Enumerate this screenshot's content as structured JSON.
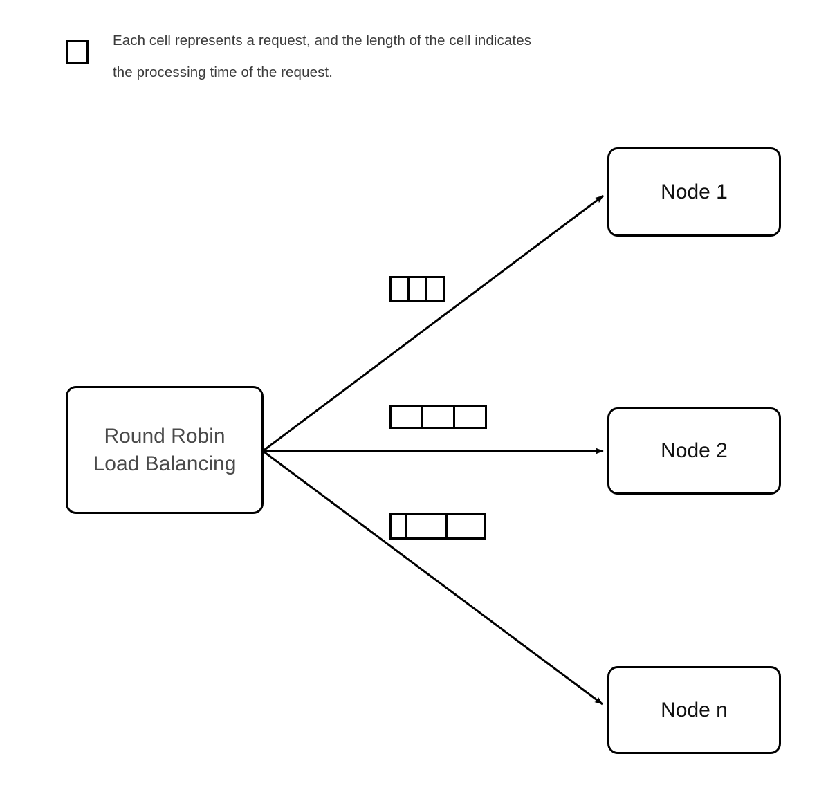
{
  "legend": {
    "swatch_icon": "request-cell-swatch-icon",
    "text": "Each cell represents a request, and the length of the cell indicates\nthe processing time of the request."
  },
  "diagram": {
    "title": "Round Robin Load Balancing",
    "source": {
      "id": "round-robin-load-balancer",
      "label": "Round Robin\nLoad Balancing",
      "text_color": "#4a4a4a",
      "border_color": "#000000",
      "fill_color": "#ffffff"
    },
    "nodes": [
      {
        "id": "node-1",
        "label": "Node 1",
        "text_color": "#111111",
        "border_color": "#000000",
        "fill_color": "#ffffff",
        "arrow": "diagonal-up-right",
        "queue": {
          "cell_count": 3,
          "cell_widths": [
            23,
            23,
            22
          ],
          "total_width": 68
        }
      },
      {
        "id": "node-2",
        "label": "Node 2",
        "text_color": "#111111",
        "border_color": "#000000",
        "fill_color": "#ffffff",
        "arrow": "horizontal-right",
        "queue": {
          "cell_count": 3,
          "cell_widths": [
            43,
            43,
            43
          ],
          "total_width": 129
        }
      },
      {
        "id": "node-n",
        "label": "Node n",
        "text_color": "#111111",
        "border_color": "#000000",
        "fill_color": "#ffffff",
        "arrow": "diagonal-down-right",
        "queue": {
          "cell_count": 3,
          "cell_widths": [
            20,
            55,
            53
          ],
          "total_width": 128
        }
      }
    ],
    "edges": [
      {
        "id": "edge-to-node-1",
        "from": "round-robin-load-balancer",
        "to": "node-1",
        "stroke": "#000000",
        "width": 3
      },
      {
        "id": "edge-to-node-2",
        "from": "round-robin-load-balancer",
        "to": "node-2",
        "stroke": "#000000",
        "width": 3
      },
      {
        "id": "edge-to-node-n",
        "from": "round-robin-load-balancer",
        "to": "node-n",
        "stroke": "#000000",
        "width": 3
      }
    ]
  },
  "colors": {
    "background": "#ffffff",
    "stroke": "#000000",
    "source_text": "#4a4a4a",
    "node_text": "#111111",
    "legend_text": "#3b3b3b"
  }
}
